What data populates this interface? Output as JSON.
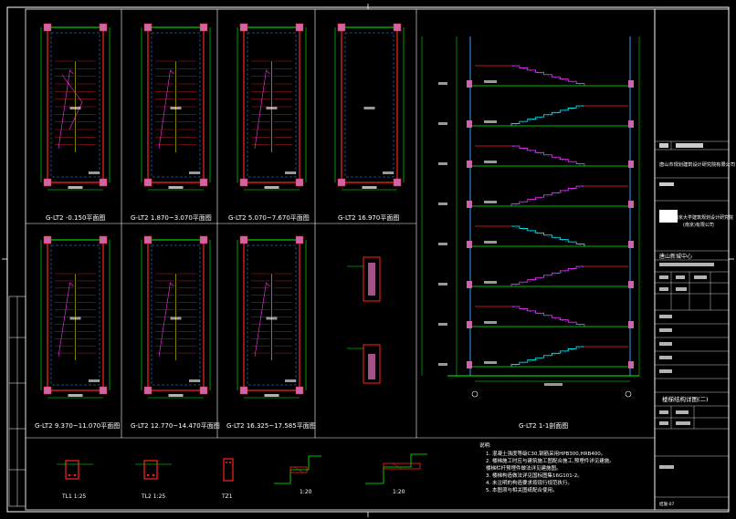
{
  "sheet": {
    "border_color": "#ffffff",
    "colors": {
      "wall": "#00ff00",
      "beam": "#ff2222",
      "stair": "#ff33ff",
      "dim": "#00ffff",
      "axis": "#ffffff",
      "hidden": "#3399ff",
      "yellow": "#ffff00",
      "column": "#cc66aa"
    }
  },
  "plans_row1": [
    {
      "title": "G-LT2  -0.150平面图"
    },
    {
      "title": "G-LT2  1.870~3.070平面图"
    },
    {
      "title": "G-LT2  5.070~7.670平面图"
    },
    {
      "title": "G-LT2  16.970平面图"
    }
  ],
  "plans_row2": [
    {
      "title": "G-LT2  9.370~11.070平面图"
    },
    {
      "title": "G-LT2  12.770~14.470平面图"
    },
    {
      "title": "G-LT2  16.325~17.585平面图"
    }
  ],
  "section": {
    "title": "G-LT2  1-1剖面图"
  },
  "details": [
    {
      "label": "TL1  1:25"
    },
    {
      "label": "TL2  1:25"
    },
    {
      "label": "TZ1"
    },
    {
      "label": "1:20"
    },
    {
      "label": "1:20"
    }
  ],
  "notes": {
    "heading": "说明:",
    "lines": [
      "1. 混凝土强度等级C30,钢筋采用HPB300,HRB400。",
      "2. 楼梯施工时应与建筑施工图配合施工,预埋件详见建施。",
      "   楼梯栏杆预埋件做法详见建施图。",
      "3. 楼梯构造做法详见国标图集16G101-2。",
      "4. 未注明的构造要求按现行规范执行。",
      "5. 本图须与相关图纸配合使用。"
    ]
  },
  "title_block": {
    "company": "唐山市规划建筑设计研究院有限公司",
    "company2": "南京大学建筑规划设计研究院",
    "company2_b": "(南京)有限公司",
    "project": "唐山新城中心",
    "drawing_title": "楼梯结构详图(二)",
    "stamp": "结施-07"
  }
}
